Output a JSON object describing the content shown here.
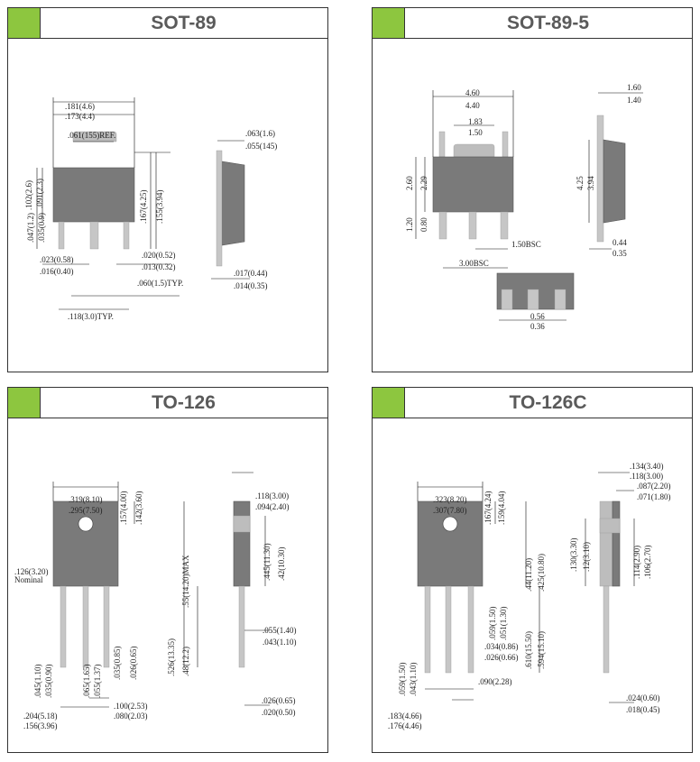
{
  "panels": {
    "sot89": {
      "title": "SOT-89",
      "labels": {
        "w_outer": ".181(4.6)",
        "w_inner": ".173(4.4)",
        "tab_ref": ".061(155)REF.",
        "h_outer": ".102(2.6)",
        "h_inner": ".091(2.3)",
        "lead_h": ".047(1.2)",
        "lead_h2": ".035(0.9)",
        "tot_h": ".167(4.25)",
        "tot_h2": ".155(3.94)",
        "lead_w1": ".023(0.58)",
        "lead_w2": ".016(0.40)",
        "lead_w3": ".020(0.52)",
        "lead_w4": ".013(0.32)",
        "pitch": ".060(1.5)TYP.",
        "span": ".118(3.0)TYP.",
        "side_t1": ".063(1.6)",
        "side_t2": ".055(145)",
        "side_b1": ".017(0.44)",
        "side_b2": ".014(0.35)"
      }
    },
    "sot895": {
      "title": "SOT-89-5",
      "labels": {
        "w1": "4.60",
        "w2": "4.40",
        "tab1": "1.83",
        "tab2": "1.50",
        "h1": "2.60",
        "h2": "2.29",
        "lh1": "1.20",
        "lh2": "0.80",
        "bsc1": "1.50BSC",
        "bsc2": "3.00BSC",
        "side_t1": "1.60",
        "side_t2": "1.40",
        "side_h1": "4.25",
        "side_h2": "3.94",
        "side_b1": "0.44",
        "side_b2": "0.35",
        "lead_b1": "0.56",
        "lead_b2": "0.36"
      }
    },
    "to126": {
      "title": "TO-126",
      "labels": {
        "w1": ".319(8.10)",
        "w2": ".295(7.50)",
        "hole_to_top1": ".157(4.00)",
        "hole_to_top2": ".142(3.60)",
        "hole": ".126(3.20)",
        "hole_note": "Nominal",
        "body_max": ".55(14.20)MAX",
        "side1": ".118(3.00)",
        "side2": ".094(2.40)",
        "side_h1": ".445(11.30)",
        "side_h2": ".42(10.30)",
        "side_tab1": ".055(1.40)",
        "side_tab2": ".043(1.10)",
        "lead_len1": ".526(13.35)",
        "lead_len2": ".48(12.2)",
        "lead_w1": ".035(0.85)",
        "lead_w2": ".026(0.65)",
        "lead_a1": ".045(1.10)",
        "lead_a2": ".035(0.90)",
        "lead_b1": ".065(1.65)",
        "lead_b2": ".055(1.37)",
        "pitch1": ".100(2.53)",
        "pitch2": ".080(2.03)",
        "span1": ".204(5.18)",
        "span2": ".156(3.96)",
        "side_b1": ".026(0.65)",
        "side_b2": ".020(0.50)"
      }
    },
    "to126c": {
      "title": "TO-126C",
      "labels": {
        "w1": ".323(8.20)",
        "w2": ".307(7.80)",
        "hole_to_top1": ".167(4.24)",
        "hole_to_top2": ".159(4.04)",
        "body1": ".44(11.20)",
        "body2": ".425(10.80)",
        "lead_len1": ".610(15.50)",
        "lead_len2": ".594(15.10)",
        "lead_w1": ".059(1.50)",
        "lead_w2": ".051(1.30)",
        "lead_a1": ".059(1.50)",
        "lead_a2": ".043(1.10)",
        "lead_c1": ".034(0.86)",
        "lead_c2": ".026(0.66)",
        "pitch": ".090(2.28)",
        "span1": ".183(4.66)",
        "span2": ".176(4.46)",
        "side1": ".134(3.40)",
        "side2": ".118(3.00)",
        "side3": ".087(2.20)",
        "side4": ".071(1.80)",
        "side_h1": ".130(3.30)",
        "side_h2": ".12(3.10)",
        "side_h3": ".114(2.90)",
        "side_h4": ".106(2.70)",
        "side_b1": ".024(0.60)",
        "side_b2": ".018(0.45)"
      }
    }
  }
}
